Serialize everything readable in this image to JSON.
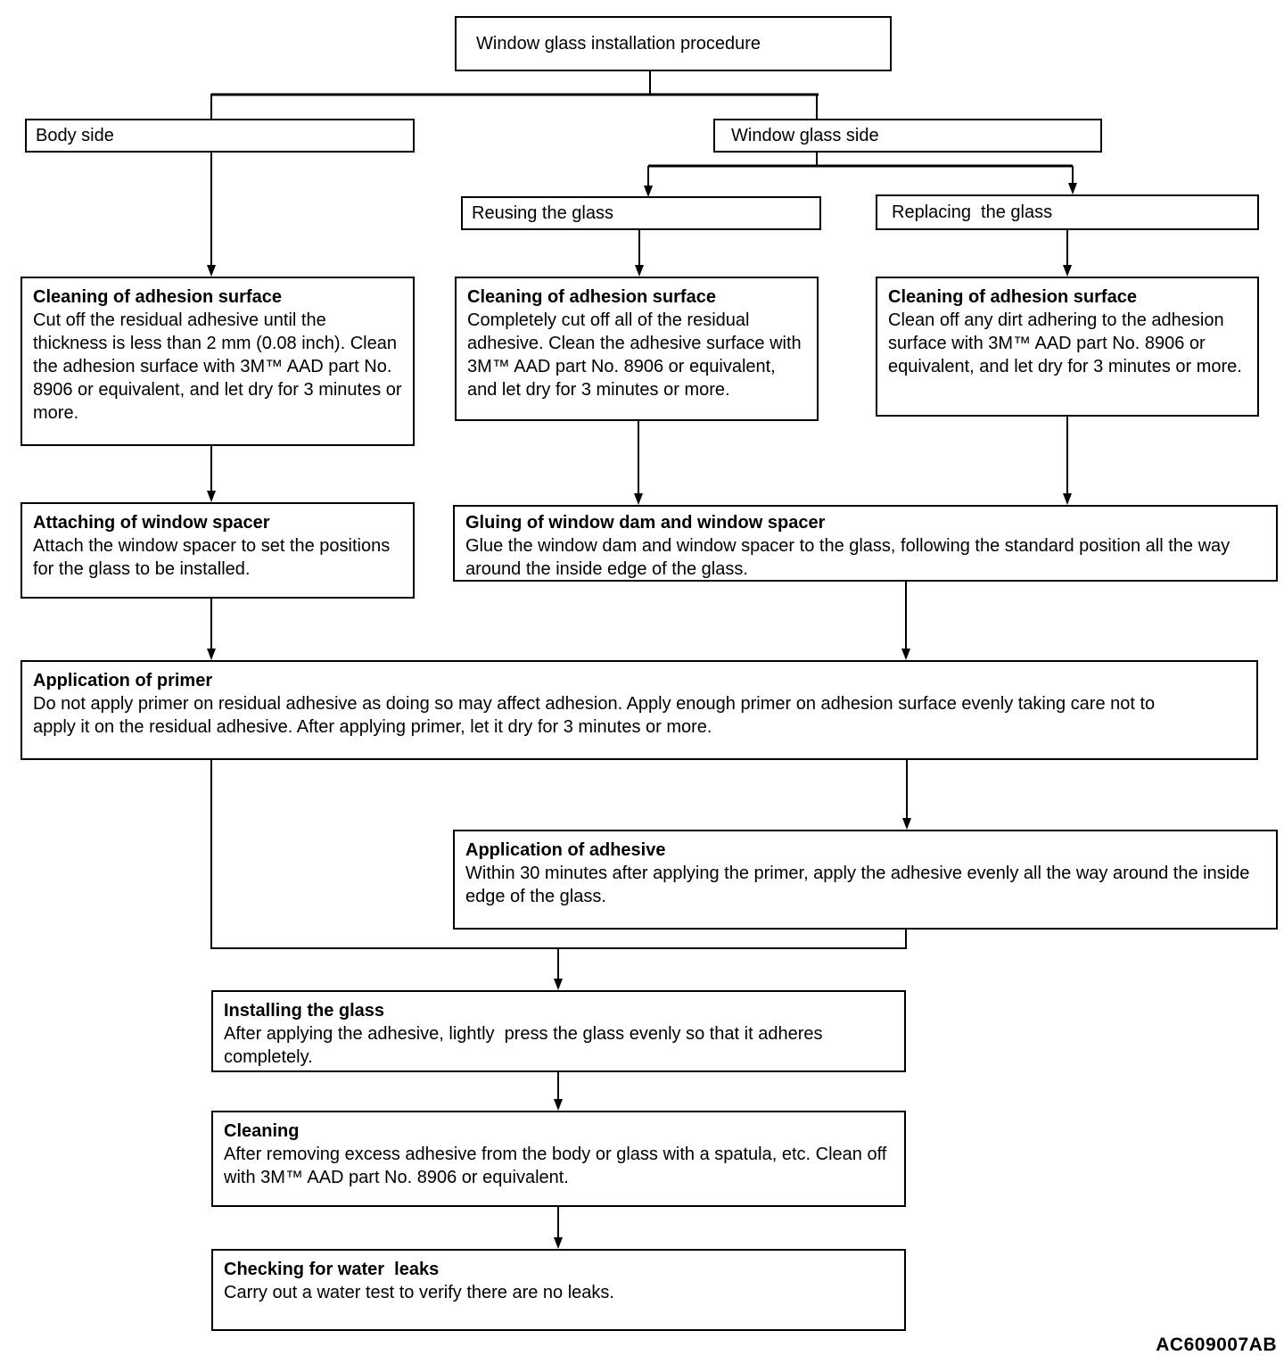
{
  "page": {
    "background_color": "#ffffff",
    "ink_color": "#000000",
    "code_label": "AC609007AB"
  },
  "diagram": {
    "nodes": {
      "start": {
        "label": "Window glass installation procedure"
      },
      "body_side": {
        "label": "Body side"
      },
      "window_glass_side": {
        "label": "Window glass side"
      },
      "reusing_glass": {
        "label": "Reusing the glass"
      },
      "replacing_glass": {
        "label": "Replacing  the glass"
      },
      "cleaning_body": {
        "title": "Cleaning of adhesion surface",
        "body": "Cut off the residual adhesive until the thickness is less than 2 mm (0.08 inch). Clean the adhesion surface with 3M™ AAD part No. 8906 or equivalent, and let dry for 3 minutes or more."
      },
      "cleaning_reuse": {
        "title": "Cleaning of adhesion surface",
        "body": "Completely cut off all of the residual adhesive. Clean the adhesive surface with 3M™ AAD part No. 8906 or equivalent, and let dry for 3 minutes or more."
      },
      "cleaning_replace": {
        "title": "Cleaning of adhesion surface",
        "body": "Clean off any dirt adhering to the adhesion surface with 3M™ AAD part No. 8906 or equivalent, and let dry for 3 minutes or more."
      },
      "attaching_spacer": {
        "title": "Attaching of window spacer",
        "body": "Attach the window spacer to set the positions for the glass to be installed."
      },
      "gluing_dam_spacer": {
        "title": "Gluing of window dam and window spacer",
        "body": "Glue the window dam and window spacer to the glass, following the standard position all the way around the inside edge of the glass."
      },
      "application_primer": {
        "title": "Application of primer",
        "body": "Do not apply primer on residual adhesive as doing so may affect adhesion. Apply enough primer on adhesion surface evenly taking care not to apply it on the residual adhesive. After applying primer, let it dry for 3 minutes or more."
      },
      "application_adhesive": {
        "title": "Application of adhesive",
        "body": "Within 30 minutes after applying the primer, apply the adhesive evenly all the way around the inside edge of the glass."
      },
      "installing_glass": {
        "title": "Installing the glass",
        "body": "After applying the adhesive, lightly  press the glass evenly so that it adheres completely."
      },
      "cleaning_final": {
        "title": "Cleaning",
        "body": "After removing excess adhesive from the body or glass with a spatula, etc. Clean off  with 3M™ AAD part No. 8906 or equivalent."
      },
      "checking_water_leaks": {
        "title": "Checking for water  leaks",
        "body": "Carry out a water test to verify there are no leaks."
      }
    }
  }
}
